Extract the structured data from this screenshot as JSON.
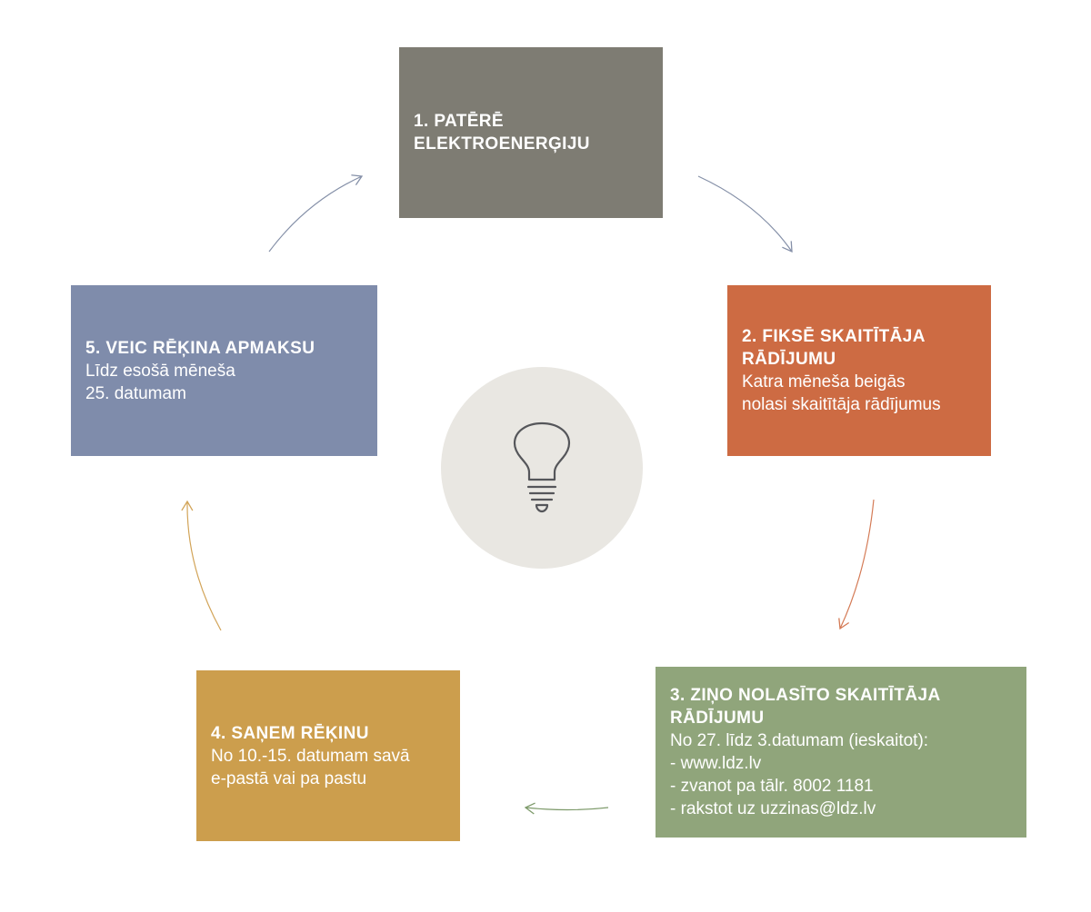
{
  "colors": {
    "step1": "#7e7c73",
    "step2": "#cd6b43",
    "step3": "#90a57b",
    "step4": "#cc9e4d",
    "step5": "#7f8cab",
    "center_circle": "#e9e7e2",
    "icon": "#55565a",
    "arrow_gray": "#8590a8",
    "arrow_orange": "#d47a55",
    "arrow_green": "#7d9a6a",
    "arrow_gold": "#d2a458"
  },
  "steps": [
    {
      "title": "1. PATĒRĒ ELEKTROENERĢIJU",
      "lines": []
    },
    {
      "title": "2. FIKSĒ SKAITĪTĀJA RĀDĪJUMU",
      "lines": [
        "Katra mēneša beigās",
        "nolasi skaitītāja rādījumus"
      ]
    },
    {
      "title": "3. ZIŅO NOLASĪTO SKAITĪTĀJA RĀDĪJUMU",
      "lines": [
        "No 27. līdz 3.datumam (ieskaitot):",
        "- www.ldz.lv",
        "- zvanot pa tālr. 8002 1181",
        "- rakstot uz uzzinas@ldz.lv"
      ]
    },
    {
      "title": "4. SAŅEM RĒĶINU",
      "lines": [
        "No 10.-15. datumam savā",
        "e-pastā vai pa pastu"
      ]
    },
    {
      "title": "5. VEIC RĒĶINA APMAKSU",
      "lines": [
        "Līdz esošā mēneša",
        "25. datumam"
      ]
    }
  ],
  "center": {
    "icon": "lightbulb-icon"
  }
}
